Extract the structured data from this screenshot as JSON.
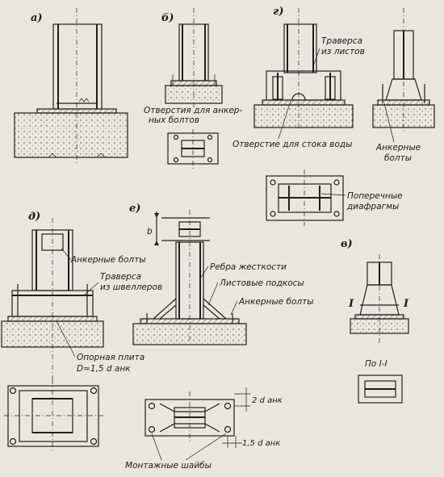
{
  "panels": {
    "a": "а)",
    "b": "б)",
    "g": "г)",
    "d": "д)",
    "e": "е)",
    "v": "в)"
  },
  "labels": {
    "traverse_sheets_1": "Траверса",
    "traverse_sheets_2": "из листов",
    "anchor_holes_1": "Отверстия для анкер-",
    "anchor_holes_2": "ных болтов",
    "drain_hole": "Отверстие для стока воды",
    "anchor_bolts_g_1": "Анкерные",
    "anchor_bolts_g_2": "болты",
    "diaphragms_1": "Поперечные",
    "diaphragms_2": "диафрагмы",
    "anchor_bolts_d": "Анкерные болты",
    "traverse_channels_1": "Траверса",
    "traverse_channels_2": "из швеллеров",
    "stiffeners": "Ребра жесткости",
    "sheet_braces": "Листовые подкосы",
    "anchor_bolts_e": "Анкерные болты",
    "base_plate_1": "Опорная плита",
    "base_plate_2": "D≈1,5 d анк",
    "dim_2d": "2 d анк",
    "dim_15d": "1,5 d анк",
    "washers": "Монтажные шайбы",
    "dim_b": "b",
    "section_mark_l": "I",
    "section_mark_r": "I",
    "section_title": "По I-I"
  },
  "colors": {
    "paper": "#e9e6e0",
    "ink": "#1e1e1e"
  }
}
